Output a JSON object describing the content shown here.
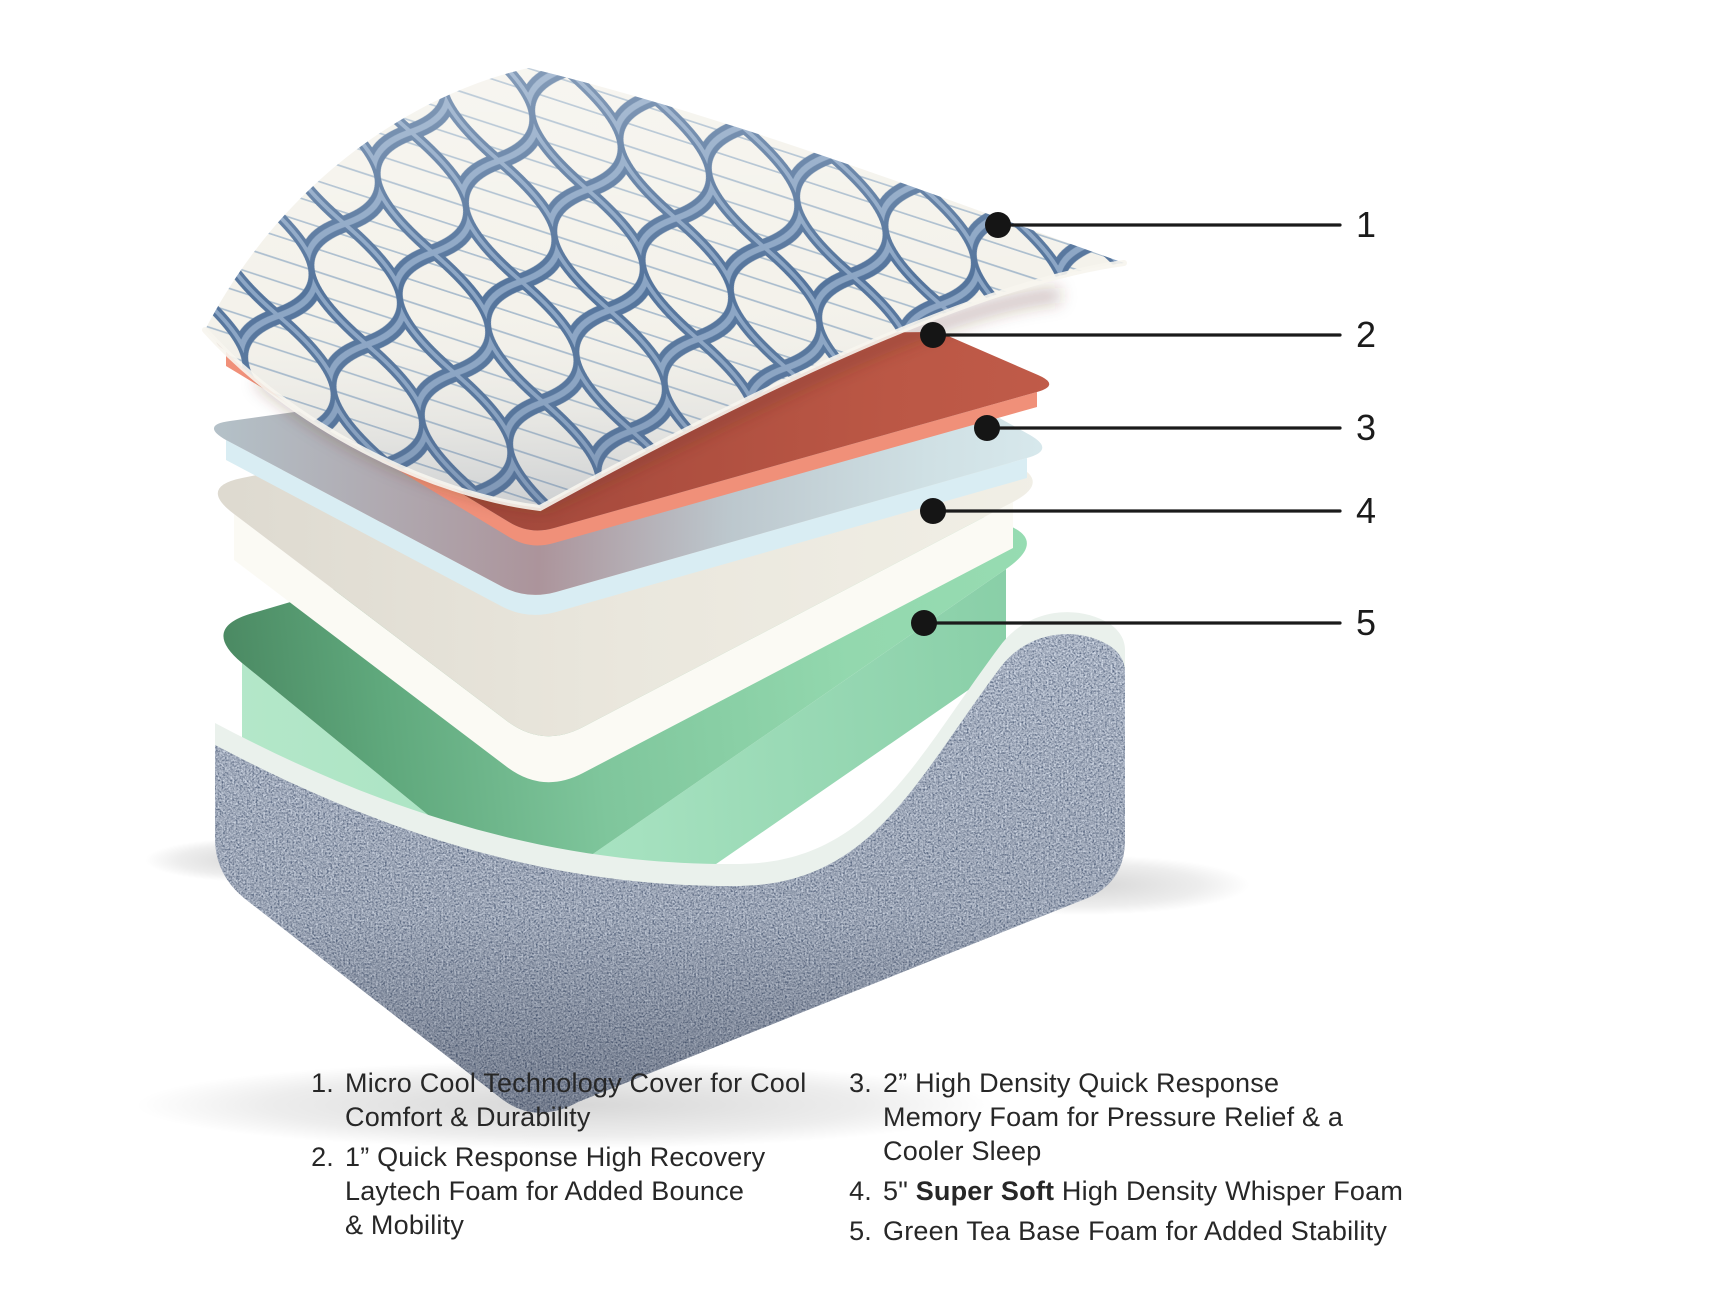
{
  "callouts": [
    {
      "number": "1"
    },
    {
      "number": "2"
    },
    {
      "number": "3"
    },
    {
      "number": "4"
    },
    {
      "number": "5"
    }
  ],
  "legend": {
    "col1": [
      {
        "num": "1.",
        "lines": [
          "Micro Cool Technology Cover for Cool",
          "Comfort & Durability"
        ]
      },
      {
        "num": "2.",
        "lines": [
          "1” Quick Response High Recovery",
          "Laytech Foam for Added Bounce",
          "& Mobility"
        ]
      }
    ],
    "col2": [
      {
        "num": "3.",
        "lines": [
          "2” High Density Quick Response",
          "Memory Foam for Pressure Relief & a",
          "Cooler Sleep"
        ]
      },
      {
        "num": "4.",
        "pre": "5\" ",
        "bold": "Super Soft",
        "rest": " High Density Whisper Foam"
      },
      {
        "num": "5.",
        "lines": [
          "Green Tea Base Foam for Added Stability"
        ]
      }
    ]
  },
  "colors": {
    "background": "#ffffff",
    "callout_line": "#1b1b1b",
    "legend_text": "#272727",
    "cover_fabric": "#f4f2eb",
    "cover_pattern_blue": "#54749c",
    "laytech_red_top": "#a84b3d",
    "laytech_red_side": "#f09079",
    "memory_foam_blue_top": "#b5c4cb",
    "memory_foam_blue_side": "#d9edf3",
    "whisper_foam_white_top": "#eceae1",
    "whisper_foam_white_side": "#fbfaf4",
    "green_tea_foam_top": "#8ccfa6",
    "green_tea_foam_side": "#a7e0bf",
    "base_liner": "#eaf1ec",
    "base_denim": "#5c6c87"
  }
}
